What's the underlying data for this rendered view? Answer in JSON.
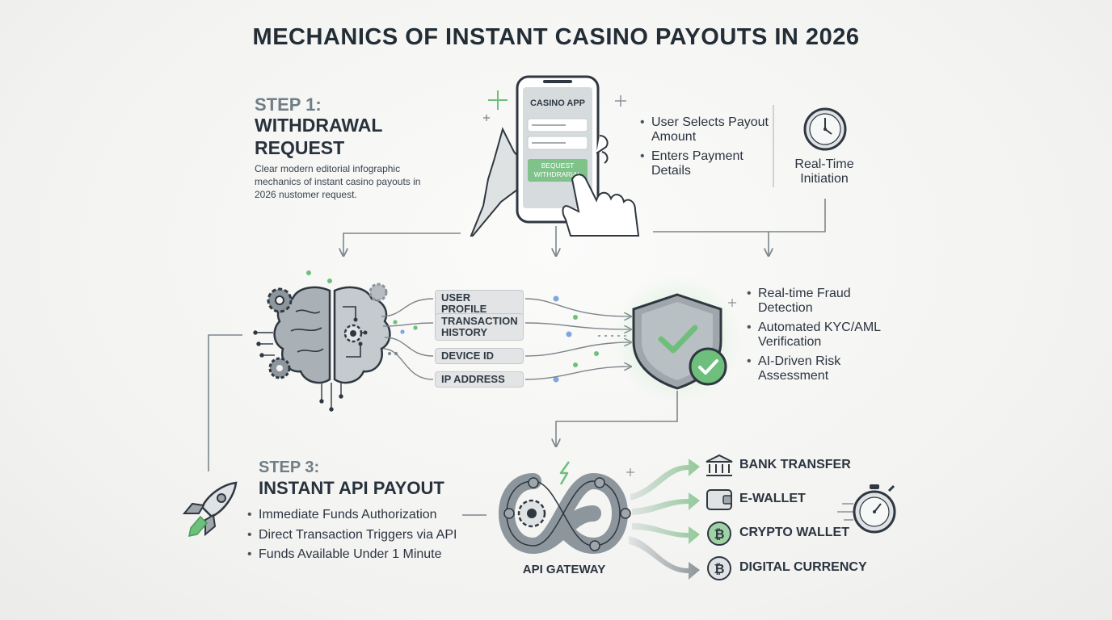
{
  "title": "MECHANICS OF INSTANT CASINO PAYOUTS IN 2026",
  "step1": {
    "label": "STEP 1:",
    "title": "WITHDRAWAL REQUEST",
    "description": "Clear modern editorial infographic mechanics of instant casino payouts in 2026 nustomer request.",
    "phone": {
      "app_title": "CASINO APP",
      "button_label_line1": "BEQUEST",
      "button_label_line2": "WITHDRARIAL"
    },
    "bullets": [
      "User Selects Payout Amount",
      "Enters Payment Details"
    ],
    "realtime_label": "Real-Time Initiation",
    "realtime_icon": "clock-icon"
  },
  "verification": {
    "data_inputs": [
      "USER PROFILE",
      "TRANSACTION HISTORY",
      "DEVICE ID",
      "IP ADDRESS"
    ],
    "brain_icon": "ai-brain-gears-icon",
    "shield_icon": "shield-check-icon",
    "bullets": [
      "Real-time Fraud Detection",
      "Automated KYC/AML Verification",
      "AI-Driven Risk Assessment"
    ]
  },
  "step3": {
    "label": "STEP 3:",
    "title": "INSTANT API PAYOUT",
    "bullets": [
      "Immediate Funds Authorization",
      "Direct Transaction Triggers via API",
      "Funds Available Under 1 Minute"
    ],
    "rocket_icon": "rocket-icon",
    "gateway_label": "API GATEWAY",
    "destinations": [
      {
        "label": "BANK TRANSFER",
        "icon": "bank-icon"
      },
      {
        "label": "E-WALLET",
        "icon": "wallet-icon"
      },
      {
        "label": "CRYPTO WALLET",
        "icon": "bitcoin-icon"
      },
      {
        "label": "DIGITAL CURRENCY",
        "icon": "bitcoin-coin-icon"
      }
    ],
    "stopwatch_icon": "stopwatch-icon"
  },
  "colors": {
    "accent_green": "#6fbf7c",
    "dark_text": "#28323c",
    "muted_step": "#6f7e86",
    "line_gray": "#8a9298"
  }
}
